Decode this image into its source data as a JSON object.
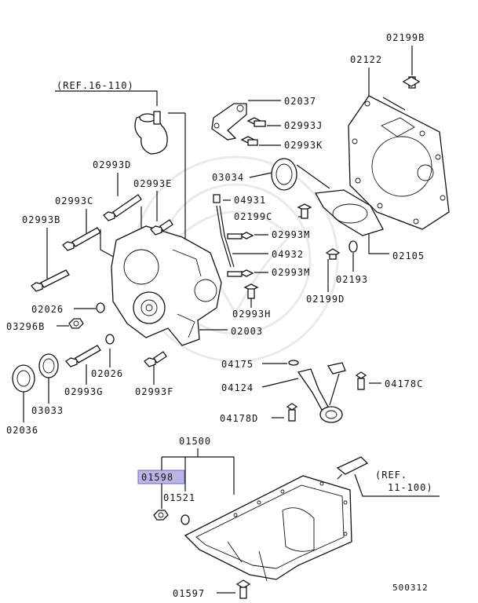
{
  "diagram": {
    "highlight_color": "#b9b6e6",
    "catalog_no": "500312",
    "labels": {
      "p02199B": "02199B",
      "p02122": "02122",
      "ref16": "(REF.16-110)",
      "p02037": "02037",
      "p02993J": "02993J",
      "p02993K": "02993K",
      "p02993D": "02993D",
      "p02993E": "02993E",
      "p03034": "03034",
      "p04931": "04931",
      "p02993C": "02993C",
      "p02199C": "02199C",
      "p02993B": "02993B",
      "p02993M_1": "02993M",
      "p02105": "02105",
      "p04932": "04932",
      "p02993M_2": "02993M",
      "p02193": "02193",
      "p02199D": "02199D",
      "p02026_1": "02026",
      "p02993H": "02993H",
      "p03296B": "03296B",
      "p02003": "02003",
      "p04175": "04175",
      "p02026_2": "02026",
      "p04124": "04124",
      "p04178C": "04178C",
      "p02993G": "02993G",
      "p02993F": "02993F",
      "p03033": "03033",
      "p04178D": "04178D",
      "p02036": "02036",
      "p01500": "01500",
      "p01598": "01598",
      "p01521": "01521",
      "ref11_l1": "(REF.",
      "ref11_l2": "11-100)",
      "p01597": "01597"
    }
  }
}
